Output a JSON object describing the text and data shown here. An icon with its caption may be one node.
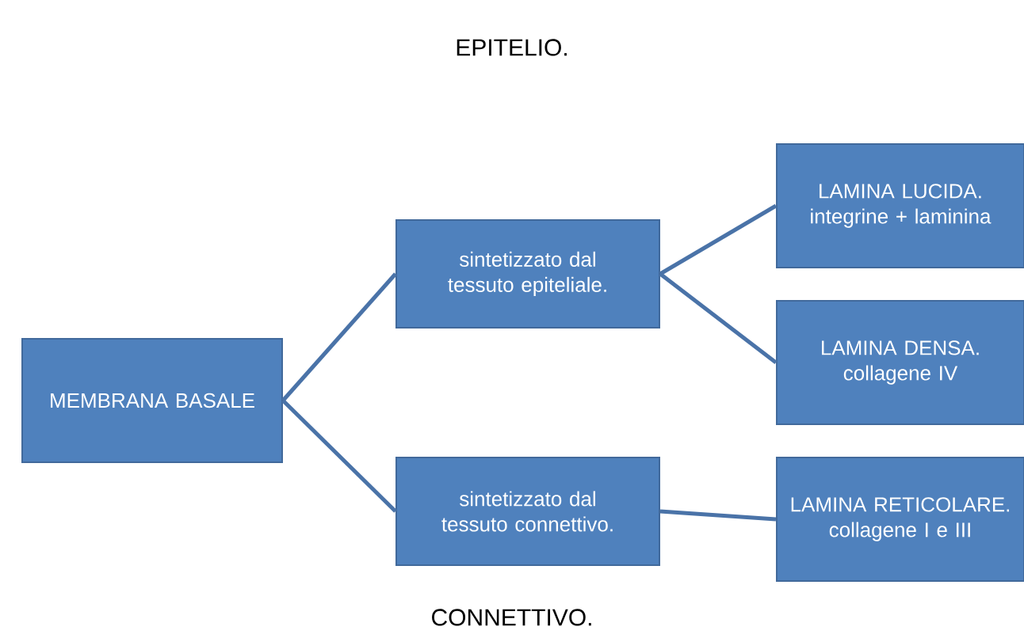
{
  "diagram": {
    "nodes": [
      {
        "text": [
          "MEMBRANA BASALE"
        ]
      },
      {
        "text": [
          "sintetizzato dal tessuto epiteliale."
        ]
      },
      {
        "text": [
          "sintetizzato dal tessuto connettivo."
        ]
      },
      {
        "text": [
          "LAMINA LUCIDA. integrine + laminina"
        ]
      },
      {
        "text": [
          "LAMINA DENSA. collagene IV"
        ]
      },
      {
        "text": [
          "LAMINA RETICOLARE. collagene I e III"
        ]
      }
    ],
    "edges": [
      {
        "from": 0,
        "to": 1,
        "arrow": "none"
      },
      {
        "from": 0,
        "to": 2,
        "arrow": "none"
      },
      {
        "from": 1,
        "to": 3,
        "arrow": "none"
      },
      {
        "from": 1,
        "to": 4,
        "arrow": "none"
      },
      {
        "from": 2,
        "to": 5,
        "arrow": "none"
      }
    ],
    "labels": [
      "EPITELIO.",
      "CONNETTIVO."
    ]
  }
}
